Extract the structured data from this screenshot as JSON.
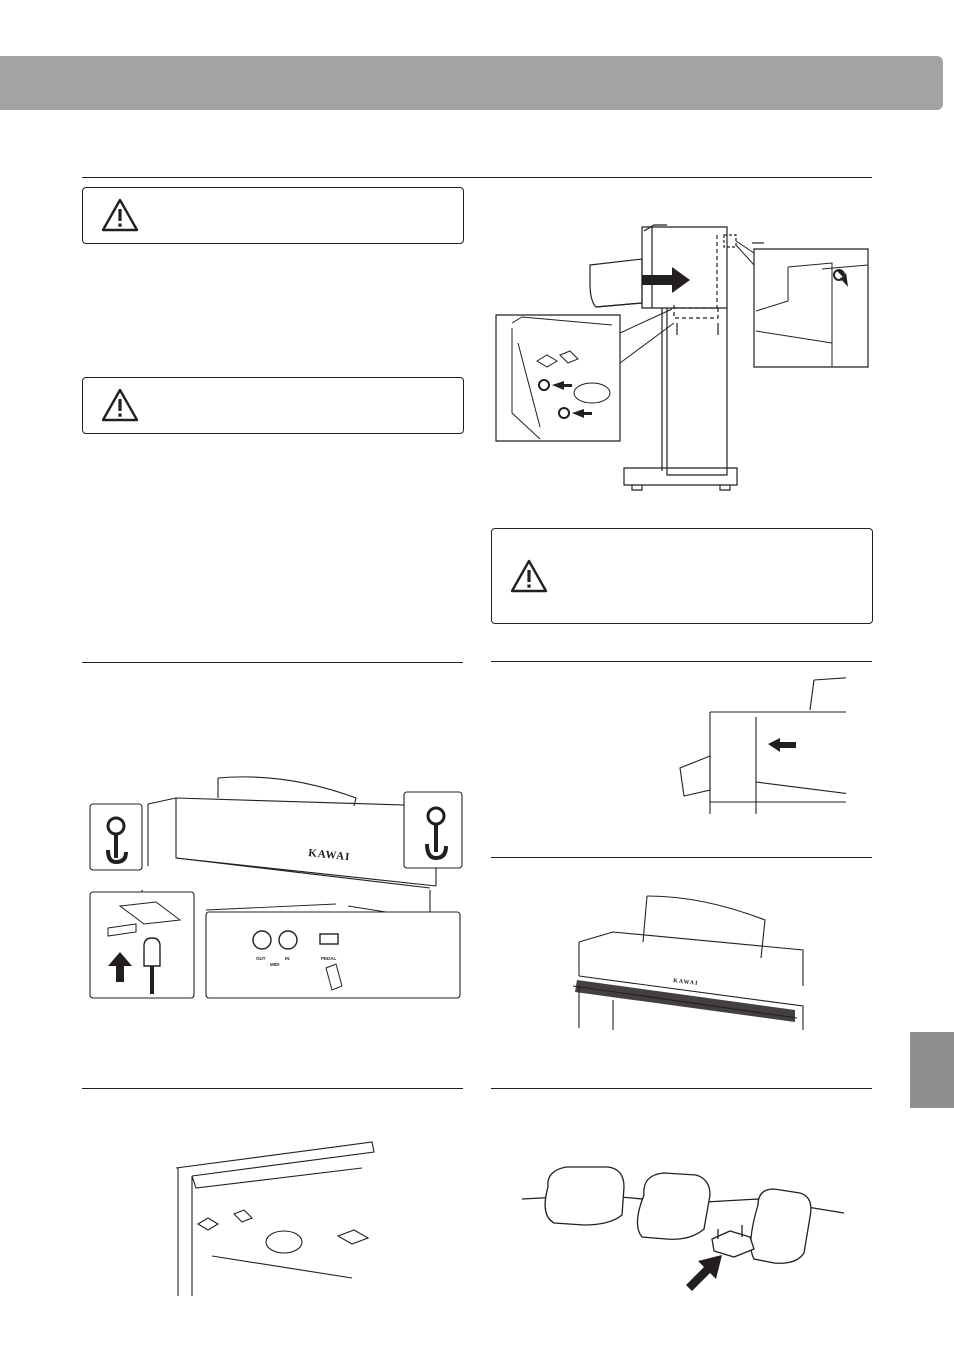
{
  "header": {
    "bar_color": "#a3a3a3"
  },
  "side_tab": {
    "color": "#8f8f8f"
  },
  "warnings": [
    {
      "icon": "warning-triangle-icon"
    },
    {
      "icon": "warning-triangle-icon"
    },
    {
      "icon": "warning-triangle-icon"
    }
  ],
  "figures": {
    "connections": {
      "brand": "KAWAI",
      "midi_out": "OUT",
      "midi_in": "IN",
      "midi_group": "MIDI",
      "pedal": "PEDAL"
    },
    "finished_piano": {
      "brand": "KAWAI"
    }
  }
}
